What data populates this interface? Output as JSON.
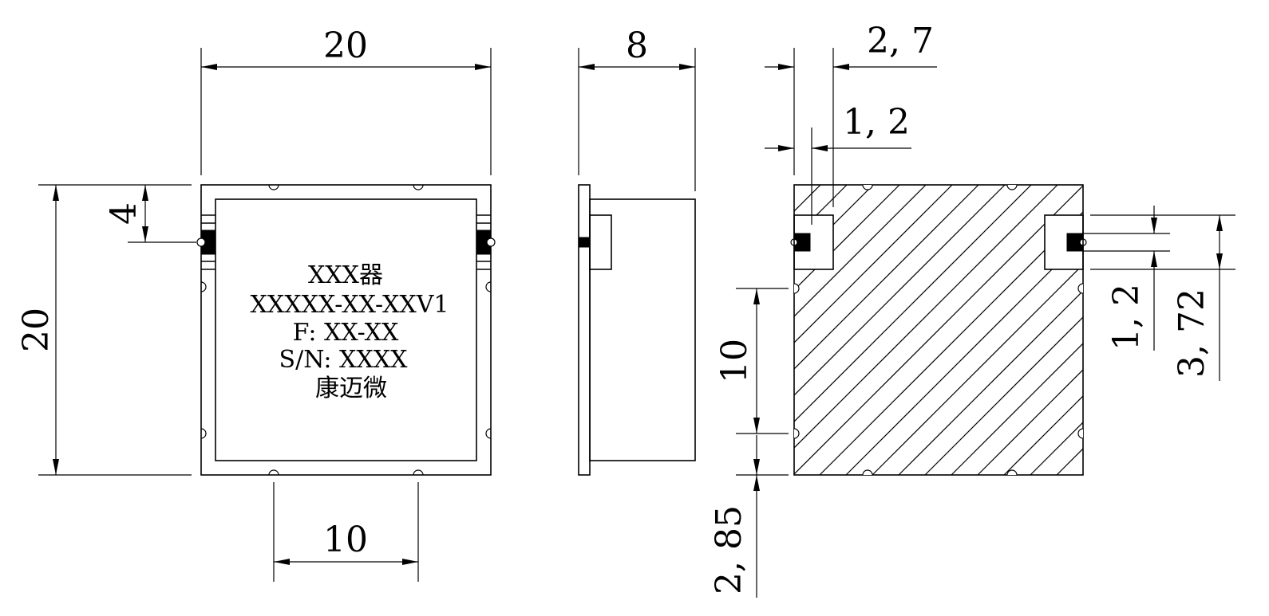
{
  "dimensions": {
    "front_width": "20",
    "front_height": "20",
    "front_slot_offset": "4",
    "front_bottom_spacing": "10",
    "side_depth": "8",
    "section_top_a": "2, 7",
    "section_top_b": "1, 2",
    "section_left_spacing": "10",
    "section_bottom_offset": "2, 85",
    "section_right_a": "1, 2",
    "section_right_b": "3, 72"
  },
  "label": {
    "line1": "XXX器",
    "line2": "XXXXX-XX-XXV1",
    "line3": "F: XX-XX",
    "line4": "S/N: XXXX",
    "line5": "康迈微"
  },
  "colors": {
    "line": "#000000",
    "background": "#ffffff"
  }
}
